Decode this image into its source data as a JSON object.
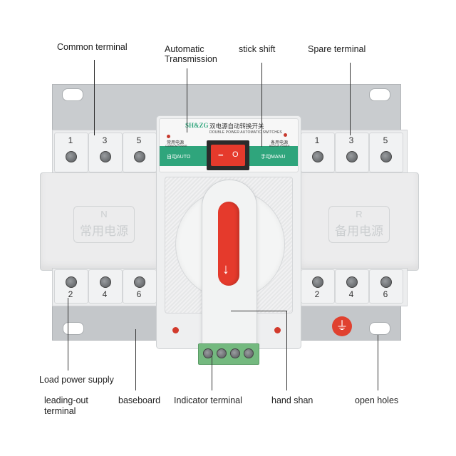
{
  "labels": {
    "common_terminal": "Common terminal",
    "automatic_transmission_line1": "Automatic",
    "automatic_transmission_line2": "Transmission",
    "stick_shift": "stick shift",
    "spare_terminal": "Spare terminal",
    "load_power_supply": "Load power supply",
    "leading_out_line1": "leading-out",
    "leading_out_line2": "terminal",
    "baseboard": "baseboard",
    "indicator_terminal": "Indicator terminal",
    "hand_shan": "hand shan",
    "open_holes": "open holes"
  },
  "device": {
    "brand": "SH&ZG",
    "title_cn": "双电源自动转换开关",
    "title_en": "DOUBLE POWER AUTOMATIC SWITCHES",
    "common_power_cn": "常用电源",
    "common_power_en": "COMMON POWER",
    "backup_power_cn": "备用电源",
    "backup_power_en": "BACKUP POWER",
    "auto_label": "自动AUTO",
    "manu_label": "手动MANU",
    "rocker_off": "−",
    "rocker_on": "O",
    "left_letter": "N",
    "left_cn": "常用电源",
    "right_letter": "R",
    "right_cn": "备用电源",
    "top_numbers": [
      "1",
      "3",
      "5"
    ],
    "bottom_numbers": [
      "2",
      "4",
      "6"
    ],
    "ground_symbol": "⏚",
    "handle_arrow": "↓",
    "colors": {
      "body": "#ececed",
      "plate": "#c9cccf",
      "accent_green": "#2fa57c",
      "handle_red": "#e53a2c",
      "terminal_green": "#74b97f"
    }
  }
}
